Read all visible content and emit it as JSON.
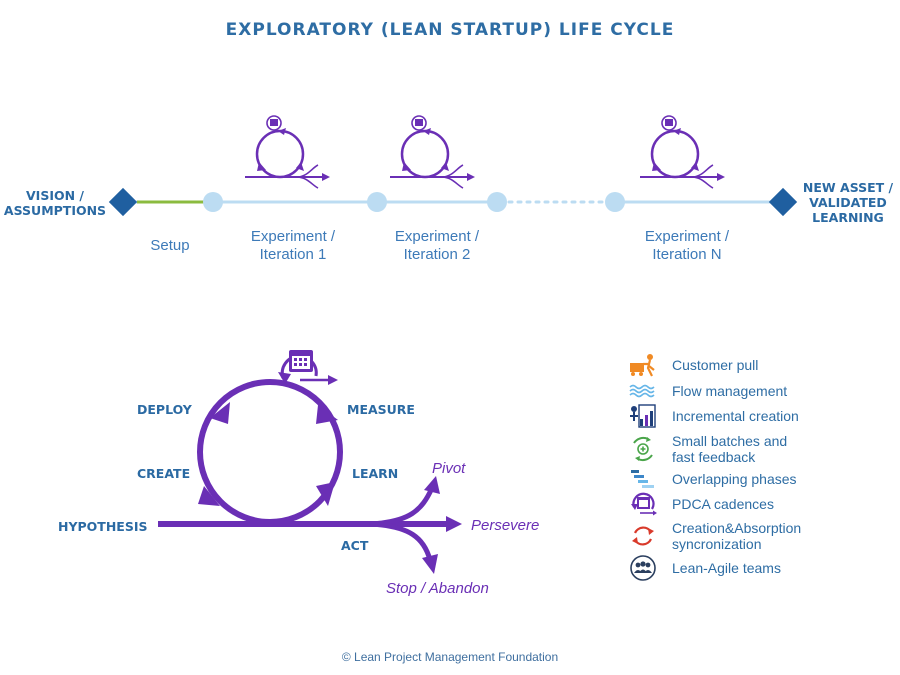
{
  "title": "EXPLORATORY (LEAN STARTUP) LIFE CYCLE",
  "timeline": {
    "start_label": [
      "VISION /",
      "ASSUMPTIONS"
    ],
    "end_label": [
      "NEW ASSET /",
      "VALIDATED",
      "LEARNING"
    ],
    "stages": [
      {
        "lines": [
          "Setup"
        ]
      },
      {
        "lines": [
          "Experiment /",
          "Iteration 1"
        ]
      },
      {
        "lines": [
          "Experiment /",
          "Iteration 2"
        ]
      },
      {
        "lines": [
          "Experiment /",
          "Iteration N"
        ]
      }
    ]
  },
  "cycle": {
    "hypothesis": "HYPOTHESIS",
    "deploy": "DEPLOY",
    "create": "CREATE",
    "measure": "MEASURE",
    "learn": "LEARN",
    "act": "ACT",
    "outcomes": {
      "pivot": "Pivot",
      "persevere": "Persevere",
      "stop": "Stop / Abandon"
    }
  },
  "legend": [
    {
      "icon": "customer-pull-icon",
      "lines": [
        "Customer pull"
      ]
    },
    {
      "icon": "flow-management-icon",
      "lines": [
        "Flow management"
      ]
    },
    {
      "icon": "incremental-creation-icon",
      "lines": [
        "Incremental creation"
      ]
    },
    {
      "icon": "small-batches-icon",
      "lines": [
        "Small batches and",
        "fast feedback"
      ]
    },
    {
      "icon": "overlapping-phases-icon",
      "lines": [
        "Overlapping phases"
      ]
    },
    {
      "icon": "pdca-cadences-icon",
      "lines": [
        "PDCA cadences"
      ]
    },
    {
      "icon": "creation-absorption-icon",
      "lines": [
        "Creation&Absorption",
        "syncronization"
      ]
    },
    {
      "icon": "lean-agile-teams-icon",
      "lines": [
        "Lean-Agile teams"
      ]
    }
  ],
  "copyright": "© Lean Project Management Foundation",
  "colors": {
    "title_blue": "#2e6da4",
    "purple": "#6a2fb5",
    "timeline_line": "#bcdcf2",
    "timeline_node": "#bcdcf2",
    "diamond": "#1f5fa0",
    "setup_segment": "#8bbb3f",
    "orange": "#f08a24",
    "green": "#4aa54a",
    "red": "#d93a2b"
  }
}
